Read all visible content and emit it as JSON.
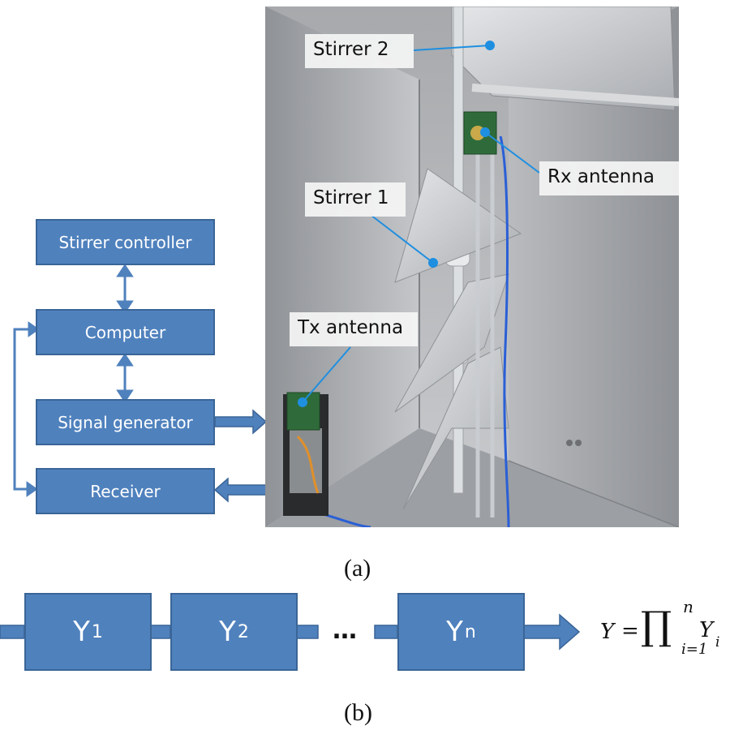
{
  "panel_a": {
    "blocks": {
      "stirrer_controller": "Stirrer controller",
      "computer": "Computer",
      "signal_generator": "Signal generator",
      "receiver": "Receiver"
    },
    "callouts": {
      "stirrer2": "Stirrer 2",
      "rx_antenna": "Rx antenna",
      "stirrer1": "Stirrer 1",
      "tx_antenna": "Tx antenna"
    },
    "caption": "(a)"
  },
  "panel_b": {
    "blocks": [
      {
        "base": "Y",
        "sub": "1"
      },
      {
        "base": "Y",
        "sub": "2"
      },
      {
        "base": "Y",
        "sub": "n"
      }
    ],
    "ellipsis": "…",
    "formula": {
      "lhs": "Y",
      "equals": "=",
      "operator": "∏",
      "upper": "n",
      "lower": "i=1",
      "term": "Y",
      "term_sub": "i"
    },
    "caption": "(b)"
  },
  "colors": {
    "block_fill": "#4f81bd",
    "block_border": "#3a6597",
    "connector": "#4f81bd",
    "callout_dot": "#1f8fe0"
  }
}
